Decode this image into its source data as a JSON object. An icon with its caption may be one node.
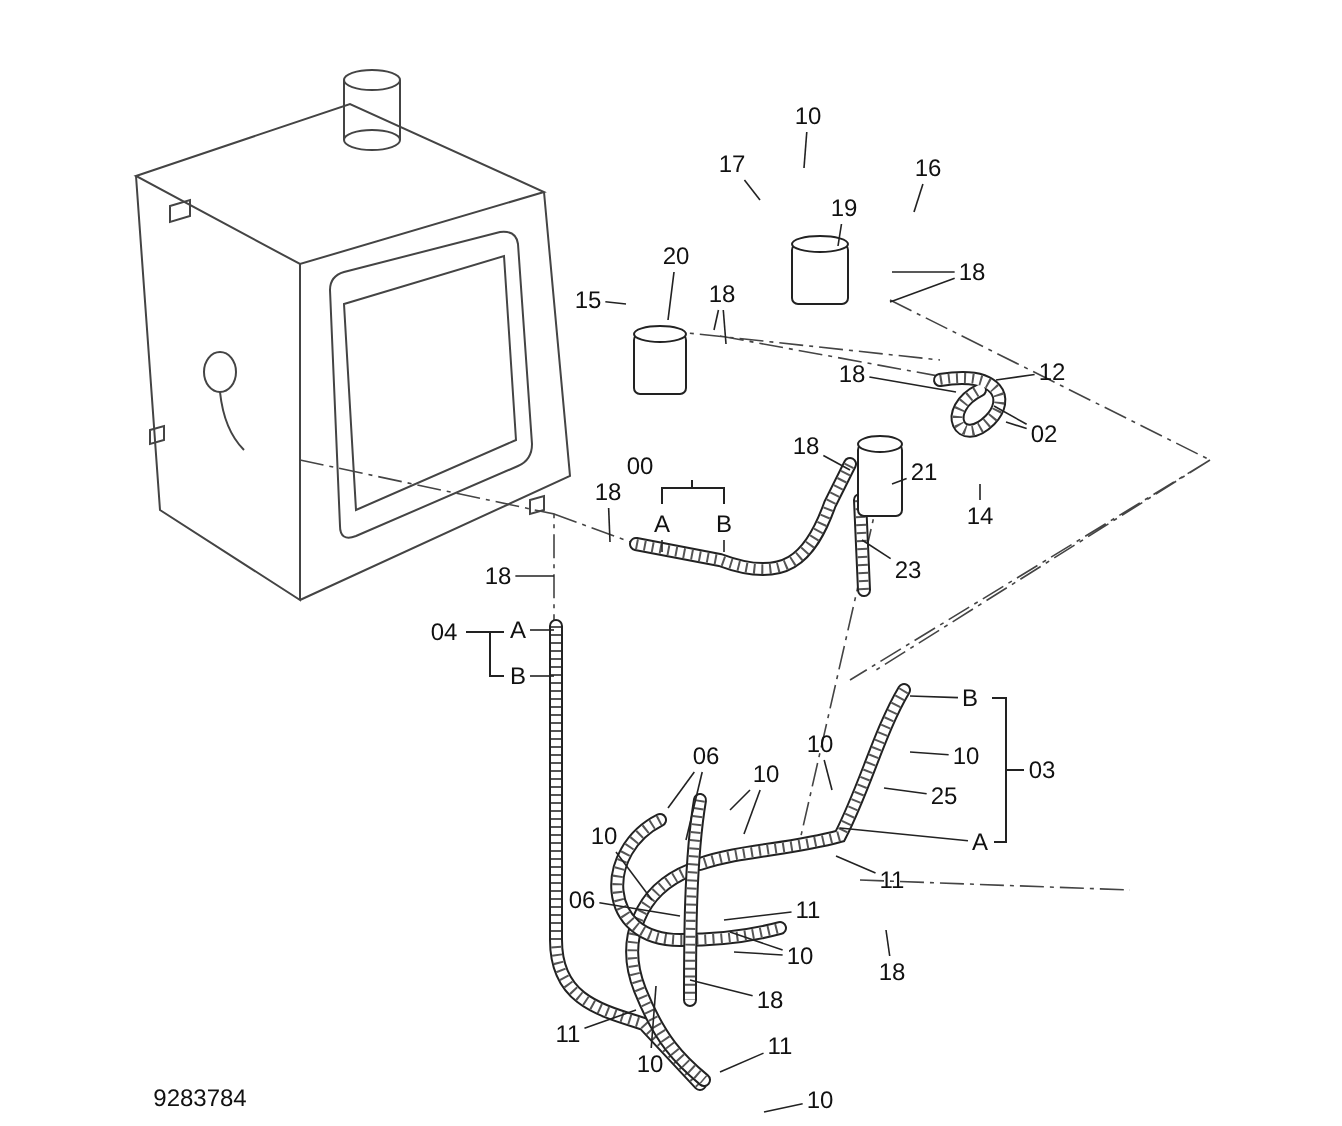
{
  "diagram": {
    "nodes": [
      {
        "text": [
          "17"
        ]
      },
      {
        "text": [
          "10"
        ]
      },
      {
        "text": [
          "19"
        ]
      },
      {
        "text": [
          "16"
        ]
      },
      {
        "text": [
          "18"
        ]
      },
      {
        "text": [
          "20"
        ]
      },
      {
        "text": [
          "15"
        ]
      },
      {
        "text": [
          "18"
        ]
      },
      {
        "text": [
          "18"
        ]
      },
      {
        "text": [
          "12"
        ]
      },
      {
        "text": [
          "02"
        ]
      },
      {
        "text": [
          "18"
        ]
      },
      {
        "text": [
          "21"
        ]
      },
      {
        "text": [
          "14"
        ]
      },
      {
        "text": [
          "A"
        ]
      },
      {
        "text": [
          "B"
        ]
      },
      {
        "text": [
          "18"
        ]
      },
      {
        "text": [
          "23"
        ]
      },
      {
        "text": [
          "18"
        ]
      },
      {
        "text": [
          "A"
        ]
      },
      {
        "text": [
          "B"
        ]
      },
      {
        "text": [
          "B"
        ]
      },
      {
        "text": [
          "A"
        ]
      },
      {
        "text": [
          "10"
        ]
      },
      {
        "text": [
          "10"
        ]
      },
      {
        "text": [
          "25"
        ]
      },
      {
        "text": [
          "06"
        ]
      },
      {
        "text": [
          "10"
        ]
      },
      {
        "text": [
          "10"
        ]
      },
      {
        "text": [
          "11"
        ]
      },
      {
        "text": [
          "06"
        ]
      },
      {
        "text": [
          "18"
        ]
      },
      {
        "text": [
          "11"
        ]
      },
      {
        "text": [
          "10"
        ]
      },
      {
        "text": [
          "18"
        ]
      },
      {
        "text": [
          "11"
        ]
      },
      {
        "text": [
          "10"
        ]
      },
      {
        "text": [
          "11"
        ]
      },
      {
        "text": [
          "10"
        ]
      }
    ],
    "edges": [
      {
        "from": 0,
        "to": null,
        "arrow": "none"
      },
      {
        "from": 1,
        "to": null,
        "arrow": "none"
      },
      {
        "from": 2,
        "to": null,
        "arrow": "none"
      },
      {
        "from": 3,
        "to": null,
        "arrow": "none"
      },
      {
        "from": 4,
        "to": null,
        "arrow": "none"
      },
      {
        "from": 4,
        "to": null,
        "arrow": "none"
      },
      {
        "from": 5,
        "to": null,
        "arrow": "none"
      },
      {
        "from": 6,
        "to": null,
        "arrow": "none"
      },
      {
        "from": 7,
        "to": null,
        "arrow": "none"
      },
      {
        "from": 7,
        "to": null,
        "arrow": "none"
      },
      {
        "from": 8,
        "to": null,
        "arrow": "none"
      },
      {
        "from": 9,
        "to": null,
        "arrow": "none"
      },
      {
        "from": 10,
        "to": null,
        "arrow": "none"
      },
      {
        "from": 10,
        "to": null,
        "arrow": "none"
      },
      {
        "from": 11,
        "to": null,
        "arrow": "none"
      },
      {
        "from": 12,
        "to": null,
        "arrow": "none"
      },
      {
        "from": 13,
        "to": null,
        "arrow": "none"
      },
      {
        "from": 14,
        "to": null,
        "arrow": "none"
      },
      {
        "from": 15,
        "to": null,
        "arrow": "none"
      },
      {
        "from": 16,
        "to": null,
        "arrow": "none"
      },
      {
        "from": 17,
        "to": null,
        "arrow": "none"
      },
      {
        "from": 18,
        "to": null,
        "arrow": "none"
      },
      {
        "from": 19,
        "to": null,
        "arrow": "none"
      },
      {
        "from": 20,
        "to": null,
        "arrow": "none"
      },
      {
        "from": 21,
        "to": null,
        "arrow": "none"
      },
      {
        "from": 22,
        "to": null,
        "arrow": "none"
      },
      {
        "from": 23,
        "to": null,
        "arrow": "none"
      },
      {
        "from": 24,
        "to": null,
        "arrow": "none"
      },
      {
        "from": 25,
        "to": null,
        "arrow": "none"
      },
      {
        "from": 26,
        "to": null,
        "arrow": "none"
      },
      {
        "from": 26,
        "to": null,
        "arrow": "none"
      },
      {
        "from": 27,
        "to": null,
        "arrow": "none"
      },
      {
        "from": 27,
        "to": null,
        "arrow": "none"
      },
      {
        "from": 28,
        "to": null,
        "arrow": "none"
      },
      {
        "from": 29,
        "to": null,
        "arrow": "none"
      },
      {
        "from": 30,
        "to": null,
        "arrow": "none"
      },
      {
        "from": 31,
        "to": null,
        "arrow": "none"
      },
      {
        "from": 32,
        "to": null,
        "arrow": "none"
      },
      {
        "from": 33,
        "to": null,
        "arrow": "none"
      },
      {
        "from": 33,
        "to": null,
        "arrow": "none"
      },
      {
        "from": 34,
        "to": null,
        "arrow": "none"
      },
      {
        "from": 35,
        "to": null,
        "arrow": "none"
      },
      {
        "from": 36,
        "to": null,
        "arrow": "none"
      },
      {
        "from": 37,
        "to": null,
        "arrow": "none"
      },
      {
        "from": 38,
        "to": null,
        "arrow": "none"
      }
    ],
    "labels": [
      "00",
      "04",
      "03",
      "9283784"
    ]
  }
}
